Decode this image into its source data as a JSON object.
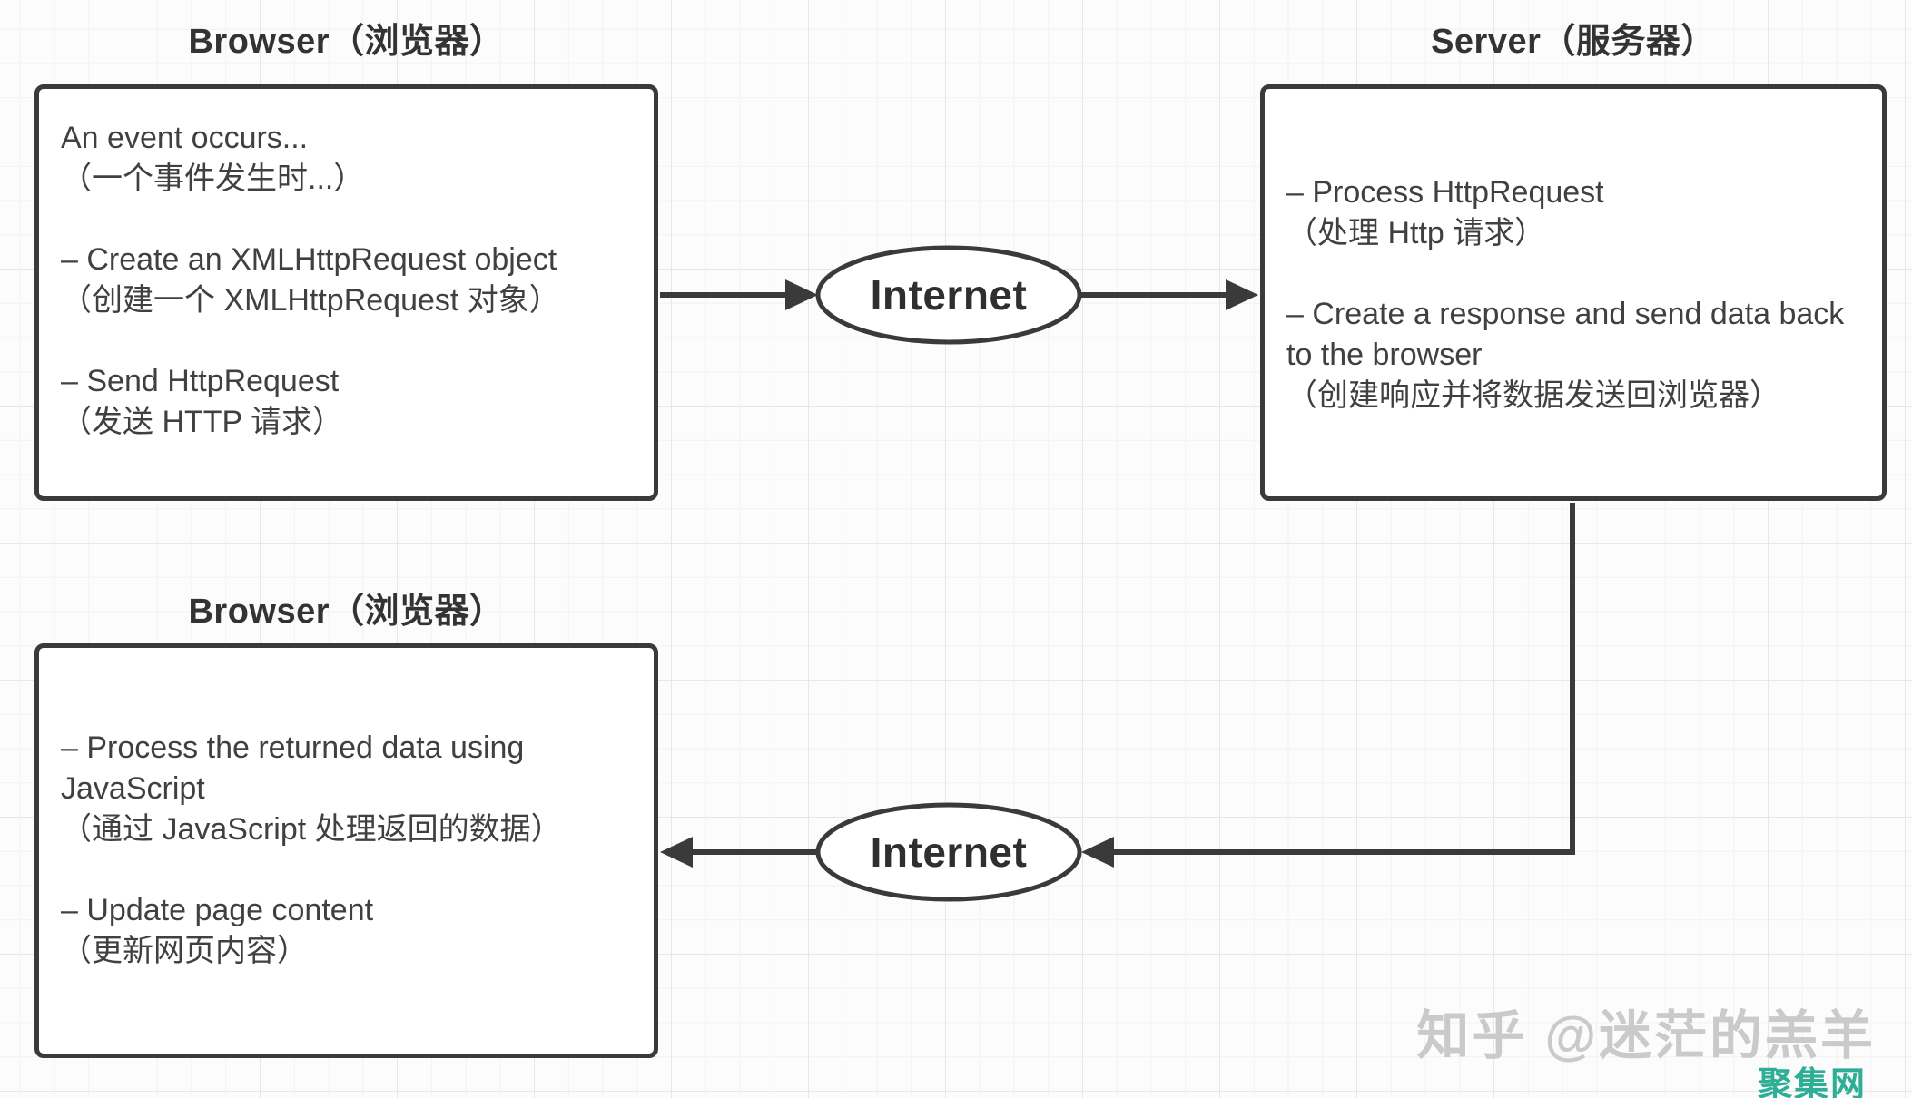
{
  "diagram": {
    "boxes": {
      "browser_request": {
        "title": "Browser（浏览器）",
        "lines": [
          "An event occurs...",
          "（一个事件发生时...）",
          "– Create an XMLHttpRequest object",
          "（创建一个 XMLHttpRequest 对象）",
          "– Send HttpRequest",
          "（发送 HTTP 请求）"
        ]
      },
      "server": {
        "title": "Server（服务器）",
        "lines": [
          "– Process HttpRequest",
          "（处理 Http 请求）",
          "– Create a response and send data back to the browser",
          "（创建响应并将数据发送回浏览器）"
        ]
      },
      "browser_response": {
        "title": "Browser（浏览器）",
        "lines": [
          "– Process the returned data using JavaScript",
          "（通过 JavaScript 处理返回的数据）",
          "– Update page content",
          "（更新网页内容）"
        ]
      }
    },
    "nodes": {
      "internet_top": "Internet",
      "internet_bottom": "Internet"
    }
  },
  "watermarks": {
    "zhihu": "知乎 @迷茫的羔羊",
    "juji": "聚集网"
  },
  "colors": {
    "stroke": "#3a3a3a",
    "text": "#404040",
    "watermark_gray": "#cacaca",
    "badge_green": "#2fae96"
  }
}
